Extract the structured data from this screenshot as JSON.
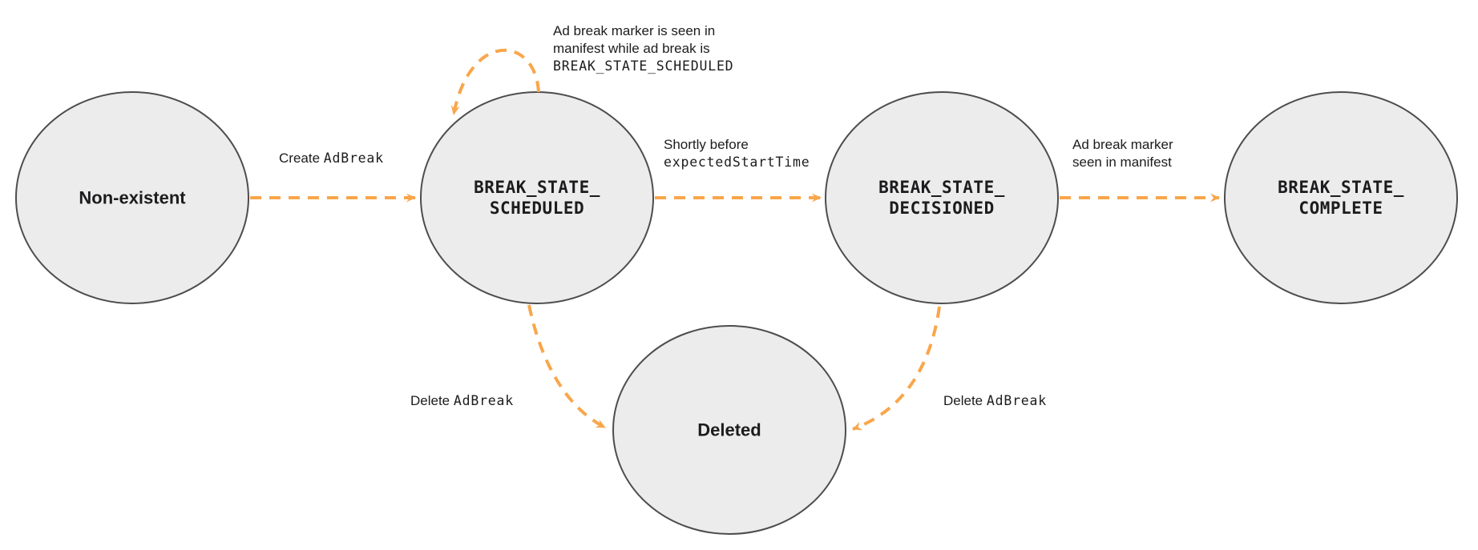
{
  "diagram": {
    "colors": {
      "accent_orange": "#f9a64b",
      "node_fill": "#ececec",
      "node_border": "#4d4d4d",
      "text": "#1c1c1e",
      "background": "#ffffff"
    },
    "states": {
      "non_existent": {
        "label": "Non-existent"
      },
      "scheduled": {
        "line1": "BREAK_STATE_",
        "line2": "SCHEDULED"
      },
      "decisioned": {
        "line1": "BREAK_STATE_",
        "line2": "DECISIONED"
      },
      "complete": {
        "line1": "BREAK_STATE_",
        "line2": "COMPLETE"
      },
      "deleted": {
        "label": "Deleted"
      }
    },
    "edges": {
      "create": {
        "text": "Create ",
        "code": "AdBreak"
      },
      "self_loop": {
        "line1": "Ad break marker is seen in",
        "line2": "manifest while ad break is",
        "code_line": "BREAK_STATE_SCHEDULED"
      },
      "shortly": {
        "line1": "Shortly before",
        "code_line": "expectedStartTime"
      },
      "marker_seen": {
        "line1": "Ad break marker",
        "line2": "seen in manifest"
      },
      "delete_from_scheduled": {
        "text": "Delete ",
        "code": "AdBreak"
      },
      "delete_from_decisioned": {
        "text": "Delete ",
        "code": "AdBreak"
      }
    }
  }
}
